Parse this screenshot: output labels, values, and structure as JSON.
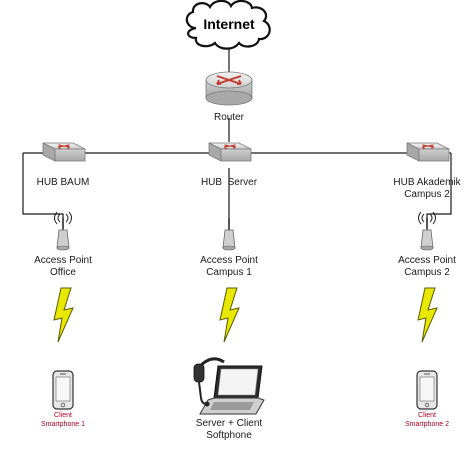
{
  "internet": {
    "label": "Internet"
  },
  "router": {
    "label": "Router"
  },
  "hubs": {
    "baum": {
      "label": "HUB BAUM"
    },
    "server": {
      "label": "HUB  Server"
    },
    "akademik": {
      "line1": "HUB Akademik",
      "line2": "Campus 2"
    }
  },
  "access_points": {
    "office": {
      "line1": "Access Point",
      "line2": "Office"
    },
    "campus1": {
      "line1": "Access Point",
      "line2": "Campus 1"
    },
    "campus2": {
      "line1": "Access Point",
      "line2": "Campus 2"
    }
  },
  "clients": {
    "left": {
      "line1": "Client",
      "line2": "Smartphone 1"
    },
    "center": {
      "line1": "Server + Client",
      "line2": "Softphone"
    },
    "right": {
      "line1": "Client",
      "line2": "Smartphone 2"
    }
  },
  "colors": {
    "device_fill": "#d9d9d9",
    "device_arrow": "#c0392b",
    "lightning": "#e8e800",
    "client_label": "#b00020",
    "line": "#1a1a1a"
  }
}
